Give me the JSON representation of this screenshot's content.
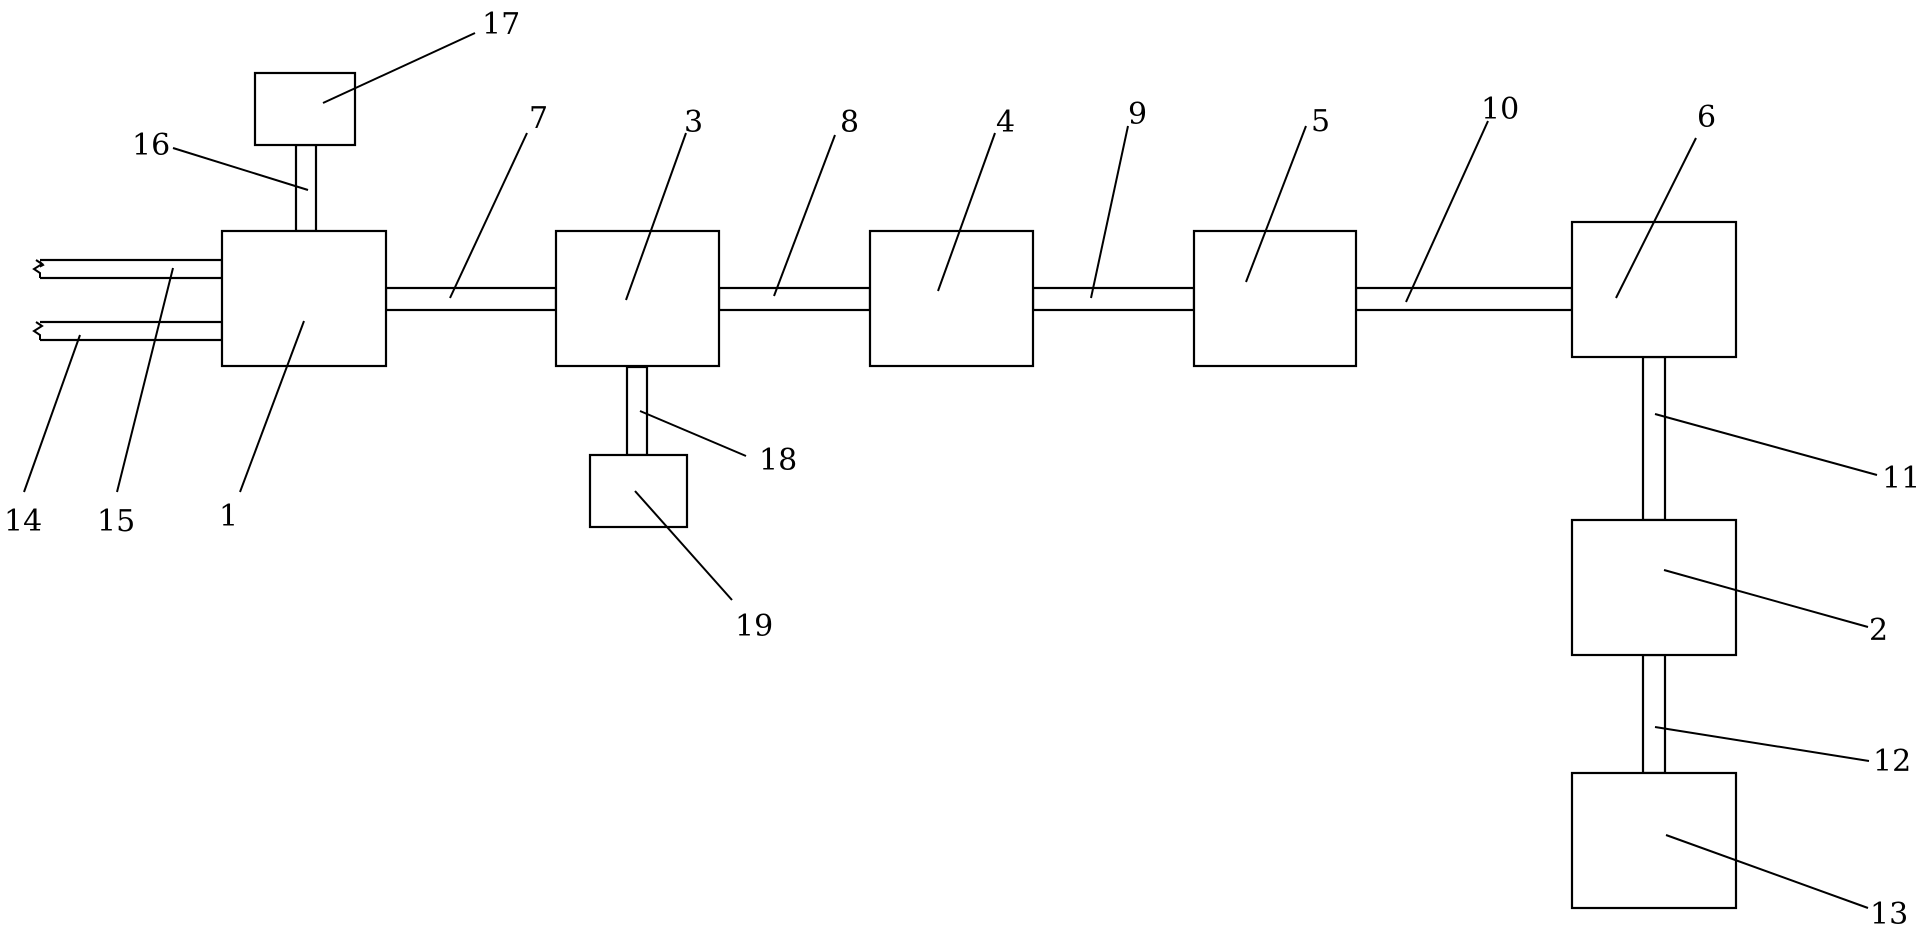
{
  "diagram": {
    "labels": {
      "n1": "1",
      "n2": "2",
      "n3": "3",
      "n4": "4",
      "n5": "5",
      "n6": "6",
      "n7": "7",
      "n8": "8",
      "n9": "9",
      "n10": "10",
      "n11": "11",
      "n12": "12",
      "n13": "13",
      "n14": "14",
      "n15": "15",
      "n16": "16",
      "n17": "17",
      "n18": "18",
      "n19": "19"
    }
  }
}
